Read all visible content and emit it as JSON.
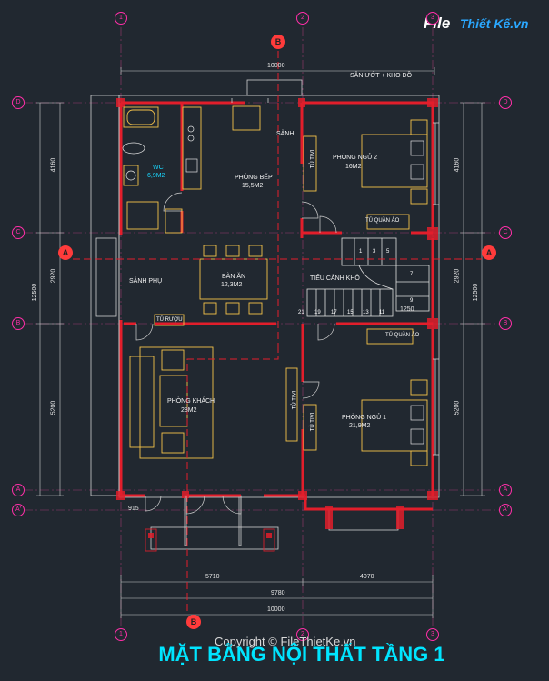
{
  "logo": {
    "part1": "File",
    "part2": "Thiết Kế.vn"
  },
  "watermark": "Copyright © FileThietKe.vn",
  "title": "MẶT BẰNG NỘI THẤT TẦNG 1",
  "axes": {
    "n1": "1",
    "n2": "2",
    "n3": "3",
    "d": "D",
    "c": "C",
    "b": "B",
    "a": "A",
    "a_prime": "A'"
  },
  "section_markers": {
    "b": "B",
    "a": "A"
  },
  "dimensions": {
    "top_total": "10000",
    "left_d_c": "4160",
    "left_c_b": "2920",
    "left_b_a": "5200",
    "left_total": "12500",
    "right_d_c": "4160",
    "right_c_b": "2920",
    "right_b_a": "5200",
    "right_total": "12500",
    "bottom_left": "5710",
    "bottom_right": "4070",
    "bottom_mid": "9780",
    "bottom_total": "10000",
    "small_915": "915",
    "stair_1250": "1250"
  },
  "rooms": {
    "san_phoi": "SÂN ƯỚT + KHO ĐỒ",
    "sanh": "SẢNH",
    "wc": "WC",
    "wc_area": "6,9M2",
    "bep": "PHÒNG BẾP",
    "bep_area": "15,5M2",
    "ngu2": "PHÒNG NGỦ 2",
    "ngu2_area": "16M2",
    "tu_quan_ao_1": "TỦ QUẦN ÁO",
    "tu_quan_ao_2": "TỦ QUẦN ÁO",
    "an": "BÀN ĂN",
    "an_area": "12,3M2",
    "sanh_phu": "SẢNH PHỤ",
    "tu_ruou": "TỦ RƯỢU",
    "tieu_canh": "TIỂU CẢNH KHÔ",
    "khach": "PHÒNG KHÁCH",
    "khach_area": "28M2",
    "ngu1": "PHÒNG NGỦ 1",
    "ngu1_area": "21,9M2",
    "tu_tivi": "TỦ TIVI"
  },
  "stairs": {
    "s1": "1",
    "s3": "3",
    "s5": "5",
    "s7": "7",
    "s9": "9",
    "s11": "11",
    "s13": "13",
    "s15": "15",
    "s17": "17",
    "s19": "19",
    "s21": "21"
  },
  "colors": {
    "wall": "#e21e2b",
    "line": "#d9d9d9",
    "room_label": "#19d8ff",
    "axis": "#ff2fa8",
    "furniture": "#f5c24a",
    "title": "#00e5ff"
  }
}
